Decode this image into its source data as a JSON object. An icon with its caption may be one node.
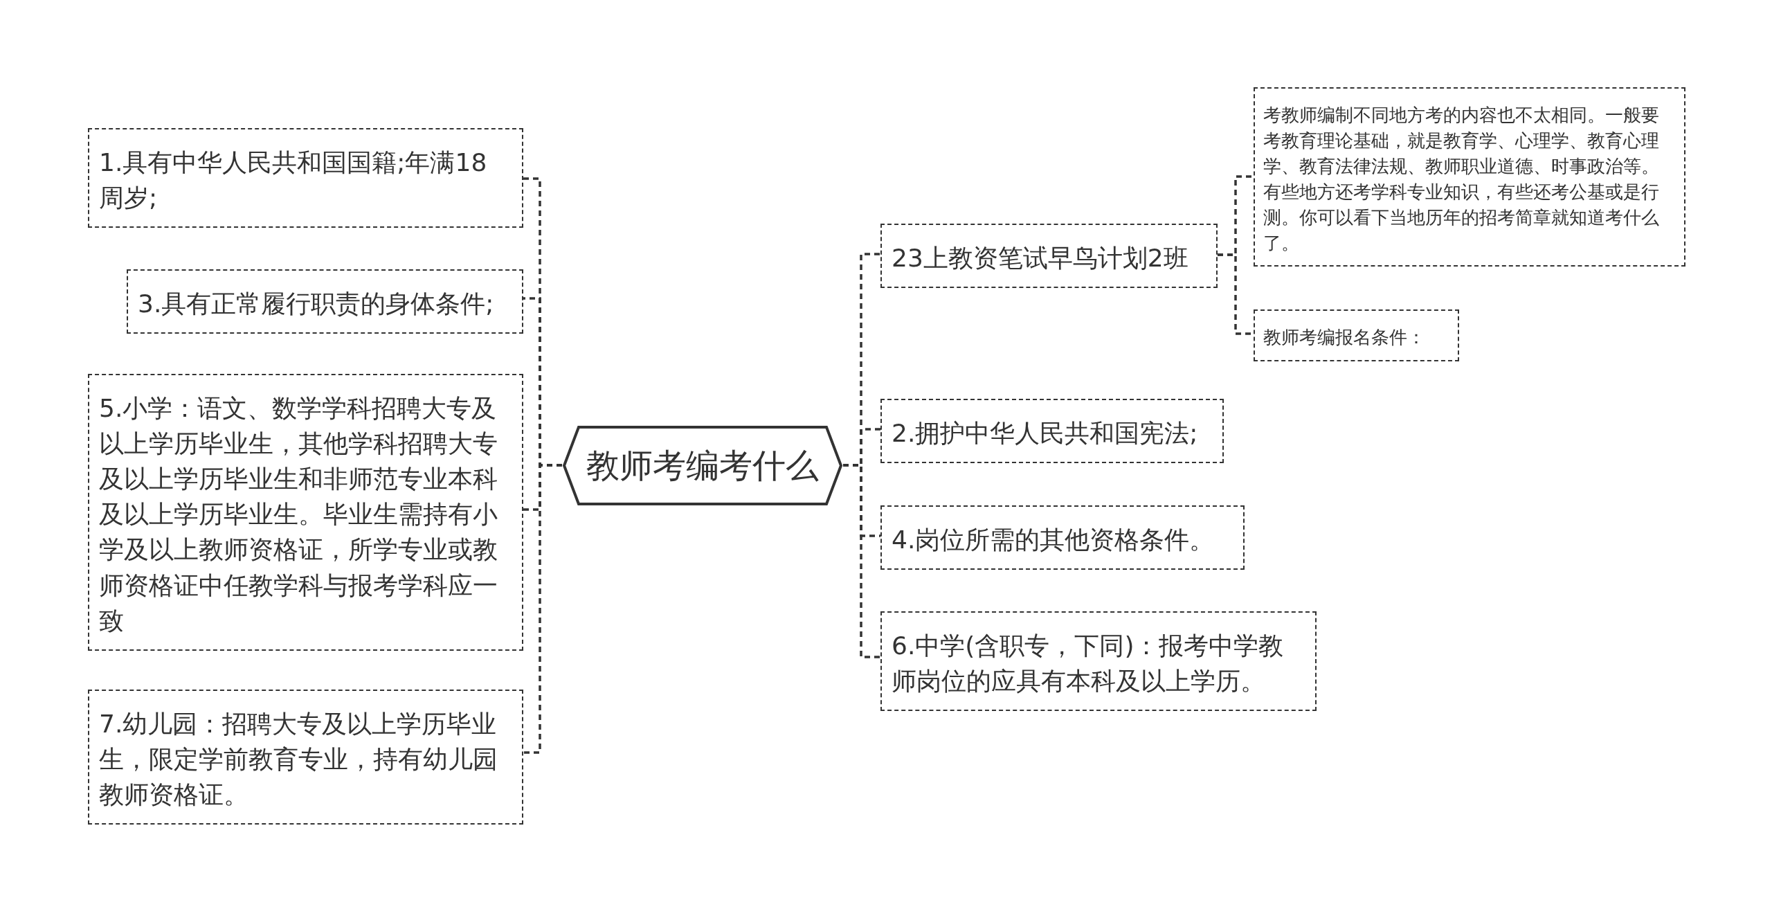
{
  "diagram": {
    "nodes": [
      {
        "text": [
          "教师考编考什么"
        ]
      },
      {
        "text": [
          "23上教资笔试早鸟计划2班"
        ]
      },
      {
        "text": [
          "考教师编制不同地方考的内容也不太相同。一般要考教育理论基础，就是教育学、心理学、教育心理学、教育法律法规、教师职业道德、时事政治等。有些地方还考学科专业知识，有些还考公基或是行测。你可以看下当地历年的招考简章就知道考什么了。"
        ]
      },
      {
        "text": [
          "教师考编报名条件："
        ]
      },
      {
        "text": [
          "2.拥护中华人民共和国宪法;"
        ]
      },
      {
        "text": [
          "4.岗位所需的其他资格条件。"
        ]
      },
      {
        "text": [
          "6.中学(含职专，下同)：报考中学教师岗位的应具有本科及以上学历。"
        ]
      },
      {
        "text": [
          "1.具有中华人民共和国国籍;年满18周岁;"
        ]
      },
      {
        "text": [
          "3.具有正常履行职责的身体条件;"
        ]
      },
      {
        "text": [
          "5.小学：语文、数学学科招聘大专及以上学历毕业生，其他学科招聘大专及以上学历毕业生和非师范专业本科及以上学历毕业生。毕业生需持有小学及以上教师资格证，所学专业或教师资格证中任教学科与报考学科应一致"
        ]
      },
      {
        "text": [
          "7.幼儿园：招聘大专及以上学历毕业生，限定学前教育专业，持有幼儿园教师资格证。"
        ]
      }
    ],
    "edges": [
      {
        "from": 0,
        "to": 1,
        "arrow": "none"
      },
      {
        "from": 1,
        "to": 2,
        "arrow": "none"
      },
      {
        "from": 1,
        "to": 3,
        "arrow": "none"
      },
      {
        "from": 0,
        "to": 4,
        "arrow": "none"
      },
      {
        "from": 0,
        "to": 5,
        "arrow": "none"
      },
      {
        "from": 0,
        "to": 6,
        "arrow": "none"
      },
      {
        "from": 0,
        "to": 7,
        "arrow": "none"
      },
      {
        "from": 0,
        "to": 8,
        "arrow": "none"
      },
      {
        "from": 0,
        "to": 9,
        "arrow": "none"
      },
      {
        "from": 0,
        "to": 10,
        "arrow": "none"
      }
    ]
  }
}
